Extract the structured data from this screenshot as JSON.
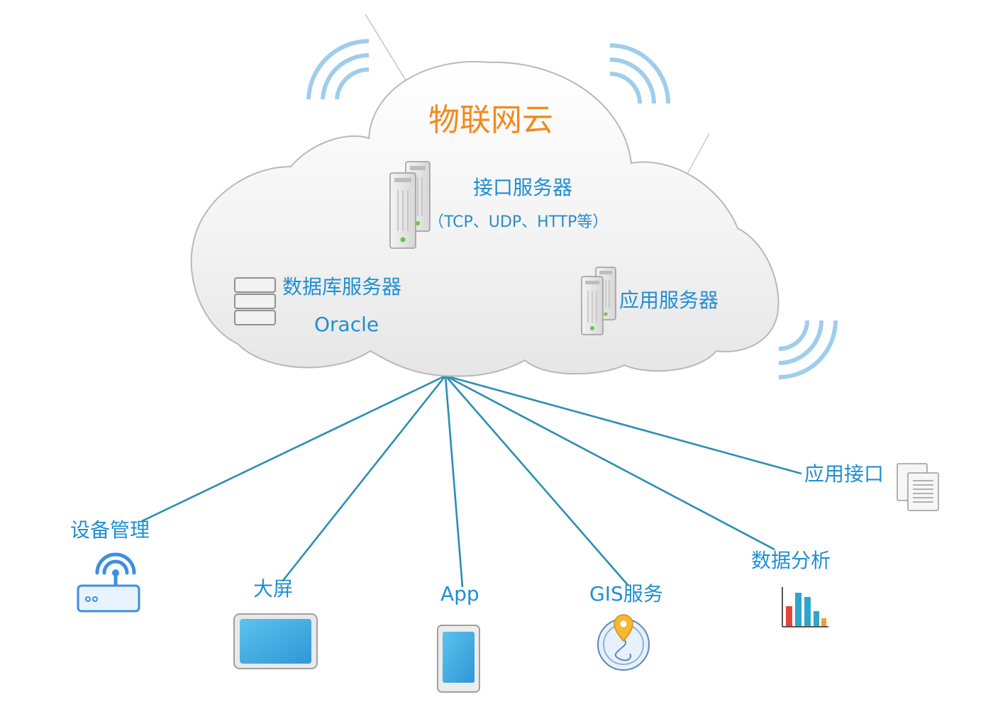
{
  "cloud": {
    "title": "物联网云",
    "interface_server": "接口服务器",
    "interface_protocols": "（TCP、UDP、HTTP等）",
    "db_server": "数据库服务器",
    "db_name": "Oracle",
    "app_server": "应用服务器"
  },
  "nodes": {
    "device_mgmt": "设备管理",
    "big_screen": "大屏",
    "app": "App",
    "gis": "GIS服务",
    "data_analysis": "数据分析",
    "app_interface": "应用接口"
  },
  "colors": {
    "title": "#f28a1e",
    "label": "#1f8fd0",
    "link_line": "#2b8fb0",
    "cloud_fill": "#f2f2f2",
    "cloud_stroke": "#b8b8b8",
    "signal": "#9fcdec"
  },
  "icons": [
    "server-icon",
    "database-icon",
    "router-icon",
    "monitor-icon",
    "phone-icon",
    "map-pin-icon",
    "bar-chart-icon",
    "documents-icon",
    "signal-arcs-icon"
  ]
}
